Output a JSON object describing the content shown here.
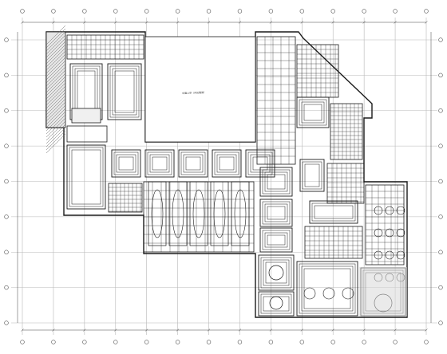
{
  "drawing": {
    "void_label": "中庭上空（详见建施）",
    "grid_marker_count_top": 14,
    "grid_marker_count_left": 9
  },
  "colors": {
    "ink": "#1a1a1a",
    "grid": "#b8b8b8",
    "hatch": "#6a6a6a",
    "paper": "#ffffff"
  }
}
